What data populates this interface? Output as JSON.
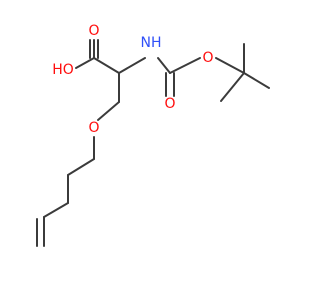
{
  "diagram": {
    "labels": {
      "carboxyl_oh": "HO",
      "carboxyl_o": "O",
      "amine_nh": "NH",
      "carbamate_o_carbonyl": "O",
      "carbamate_o_ester": "O",
      "ether_o": "O"
    },
    "colors": {
      "bond": "#3b3b3b",
      "oxygen": "#ff0d0d",
      "nitrogen": "#3050f8",
      "background": "#ffffff"
    }
  }
}
